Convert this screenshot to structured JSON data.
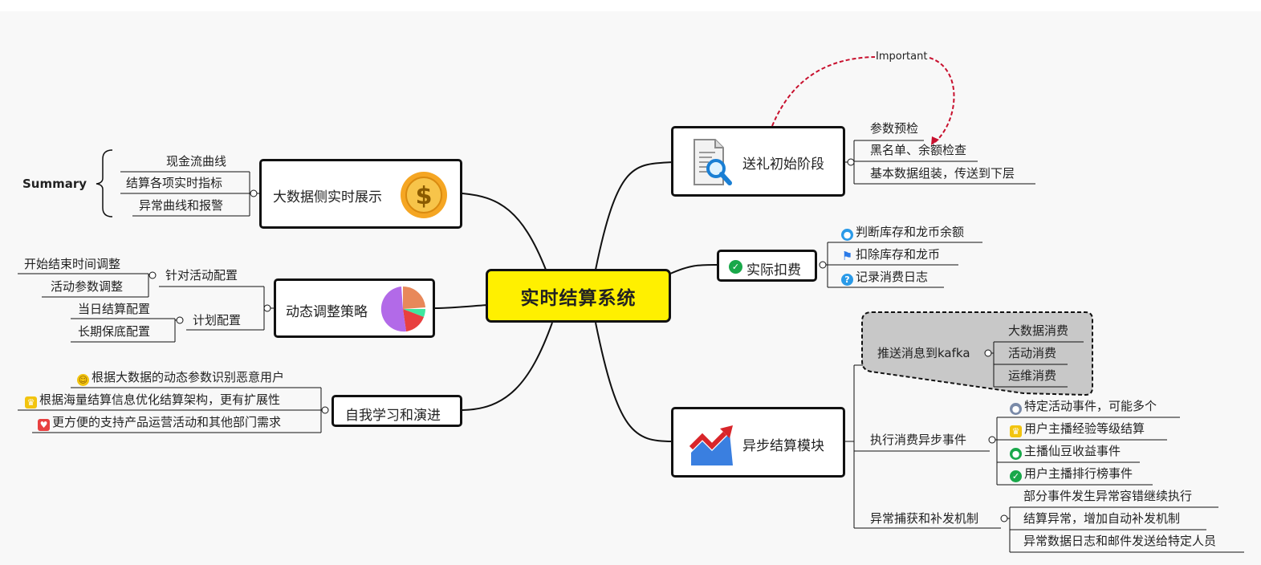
{
  "root": {
    "label": "实时结算系统"
  },
  "relationship": {
    "label": "Important"
  },
  "summary": {
    "label": "Summary"
  },
  "branches": {
    "gift_init": {
      "label": "送礼初始阶段",
      "icon": "document-search-icon",
      "items": [
        "参数预检",
        "黑名单、余额检查",
        "基本数据组装，传送到下层"
      ]
    },
    "deduct": {
      "label": "实际扣费",
      "icon": "check-circle-icon",
      "items": [
        "判断库存和龙币余额",
        "扣除库存和龙币",
        "记录消费日志"
      ],
      "item_icons": [
        "person-icon",
        "flag-icon",
        "question-icon"
      ]
    },
    "async": {
      "label": "异步结算模块",
      "icon": "trend-chart-icon",
      "kafka": {
        "label": "推送消息到kafka",
        "items": [
          "大数据消费",
          "活动消费",
          "运维消费"
        ]
      },
      "events": {
        "label": "执行消费异步事件",
        "items": [
          "特定活动事件，可能多个",
          "用户主播经验等级结算",
          "主播仙豆收益事件",
          "用户主播排行榜事件"
        ],
        "item_icons": [
          "person-gray-icon",
          "trophy-icon",
          "person-green-icon",
          "check-circle-icon"
        ]
      },
      "retry": {
        "label": "异常捕获和补发机制",
        "items": [
          "部分事件发生异常容错继续执行",
          "结算异常，增加自动补发机制",
          "异常数据日志和邮件发送给特定人员"
        ]
      }
    },
    "bigdata": {
      "label": "大数据侧实时展示",
      "icon": "dollar-coin-icon",
      "items": [
        "现金流曲线",
        "结算各项实时指标",
        "异常曲线和报警"
      ]
    },
    "strategy": {
      "label": "动态调整策略",
      "icon": "pie-chart-icon",
      "activity": {
        "label": "针对活动配置",
        "items": [
          "开始结束时间调整",
          "活动参数调整"
        ]
      },
      "plan": {
        "label": "计划配置",
        "items": [
          "当日结算配置",
          "长期保底配置"
        ]
      }
    },
    "learning": {
      "label": "自我学习和演进",
      "items": [
        "根据大数据的动态参数识别恶意用户",
        "根据海量结算信息优化结算架构，更有扩展性",
        "更方便的支持产品运营活动和其他部门需求"
      ],
      "item_icons": [
        "face-icon",
        "trophy-icon",
        "heart-icon"
      ]
    }
  },
  "colors": {
    "root_fill": "#fff000",
    "kafka_fill": "#c8c8c8",
    "relationship": "#c8102e",
    "pie": [
      "#e8885a",
      "#e84040",
      "#b26ae8",
      "#3ee8a0"
    ]
  }
}
